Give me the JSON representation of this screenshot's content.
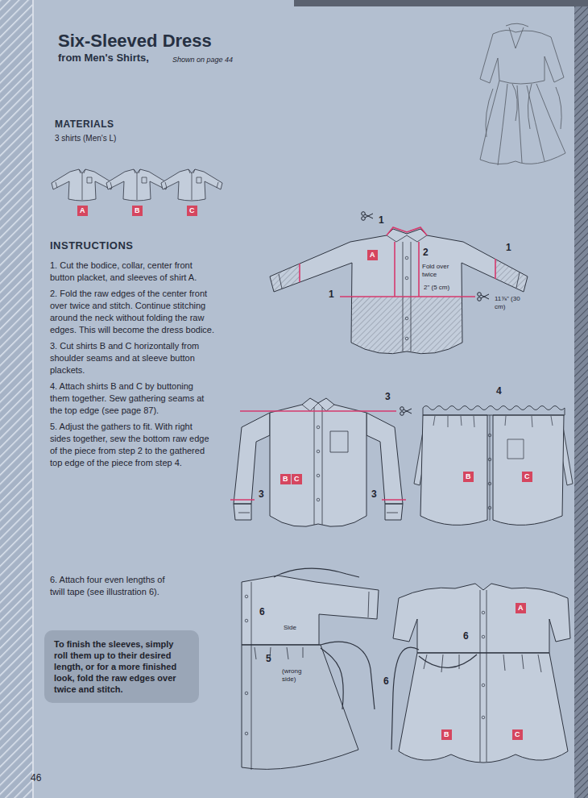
{
  "diagram": {
    "title": "Six-Sleeved Dress",
    "nodes": [
      {
        "text": [
          "A"
        ]
      },
      {
        "text": [
          "B"
        ]
      },
      {
        "text": [
          "C"
        ]
      },
      {
        "text": [
          "A"
        ]
      },
      {
        "text": [
          "B"
        ]
      },
      {
        "text": [
          "C"
        ]
      },
      {
        "text": [
          "B"
        ]
      },
      {
        "text": [
          "C"
        ]
      },
      {
        "text": [
          "To finish the sleeves, simply roll them up to their desired length, or for a more finished look, fold the raw edges over twice and stitch."
        ]
      },
      {
        "text": [
          "A"
        ]
      },
      {
        "text": [
          "B"
        ]
      },
      {
        "text": [
          "C"
        ]
      }
    ],
    "labels": [
      "from Men's Shirts,",
      "Shown on page 44",
      "MATERIALS",
      "3 shirts (Men's L)",
      "INSTRUCTIONS",
      "1. Cut the bodice, collar, center front button placket, and sleeves of shirt A.",
      "2. Fold the raw edges of the center front over twice and stitch. Continue stitching around the neck without folding the raw edges. This will become the dress bodice.",
      "3. Cut shirts B and C horizontally from shoulder seams and at sleeve button plackets.",
      "4. Attach shirts B and C by buttoning them together. Sew gathering seams at the top edge (see page 87).",
      "5. Adjust the gathers to fit. With right sides together, sew the bottom raw edge of the piece from step 2 to the gathered top edge of the piece from step 4.",
      "6. Attach four even lengths of twill tape (see illustration 6).",
      "1",
      "2",
      "Fold over twice",
      "11⅞\" (30 cm)",
      "1",
      "2\" (5 cm)",
      "1",
      "3",
      "3",
      "3",
      "4",
      "6",
      "Side",
      "5",
      "(wrong side)",
      "6",
      "6",
      "46"
    ]
  }
}
